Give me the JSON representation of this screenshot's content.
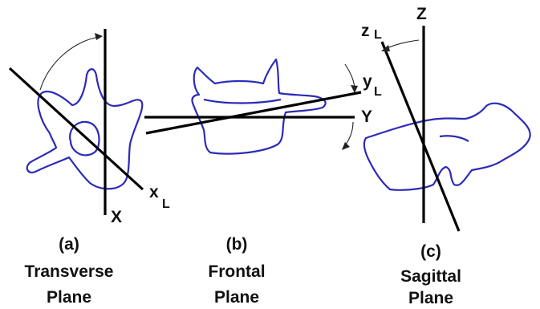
{
  "panels": [
    {
      "id": "transverse",
      "letter": "(a)",
      "caption_line1": "Transverse",
      "caption_line2": "Plane",
      "fixed_axis_label": "X",
      "local_axis_label": "x",
      "local_axis_sub": "L"
    },
    {
      "id": "frontal",
      "letter": "(b)",
      "caption_line1": "Frontal",
      "caption_line2": "Plane",
      "fixed_axis_label": "Y",
      "local_axis_label": "y",
      "local_axis_sub": "L"
    },
    {
      "id": "sagittal",
      "letter": "(c)",
      "caption_line1": "Sagittal",
      "caption_line2": "Plane",
      "fixed_axis_label": "Z",
      "local_axis_label": "z",
      "local_axis_sub": "L"
    }
  ],
  "colors": {
    "vertebra_outline": "#2b2bb8",
    "axis_line": "#000000",
    "text": "#111111"
  }
}
